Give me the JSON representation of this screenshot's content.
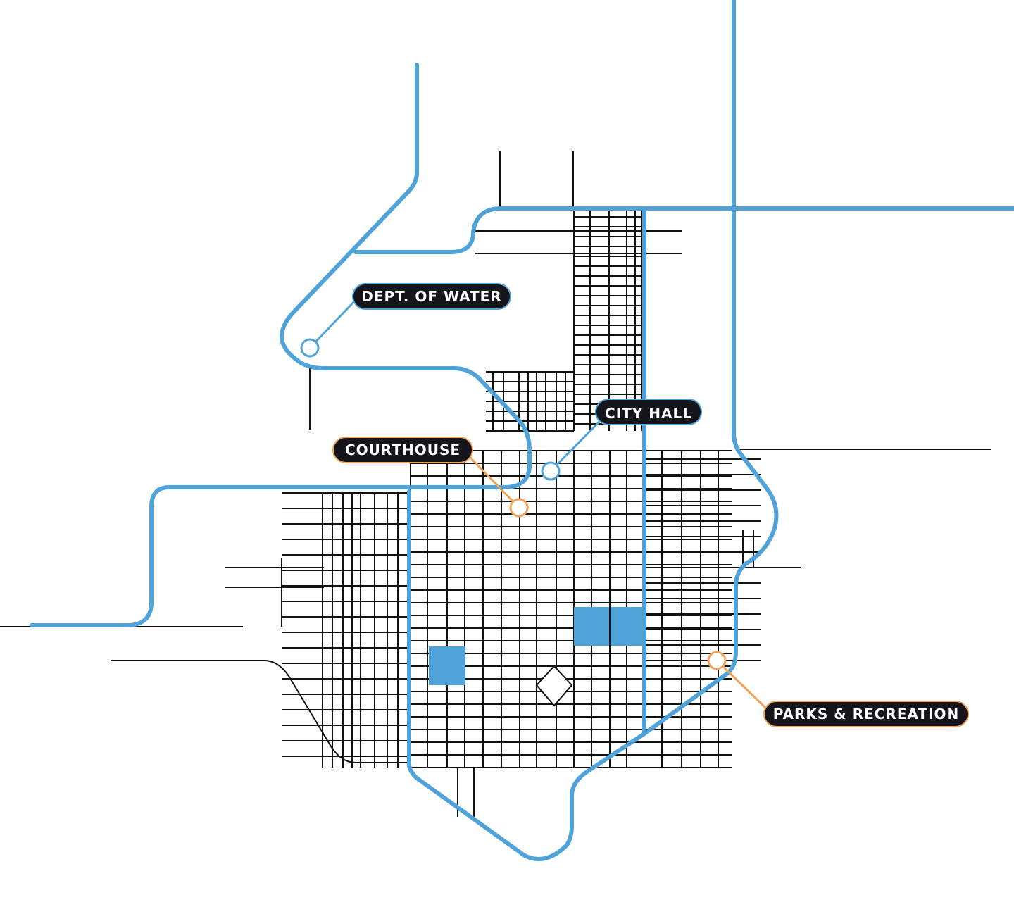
{
  "map": {
    "colors": {
      "highway": "#4fa3d9",
      "street": "#111111",
      "label_bg": "#16151c",
      "marker_blue": "#4fa3d9",
      "marker_orange": "#f0a25a",
      "highlight_block": "#4fa3d9"
    },
    "markers": [
      {
        "id": "dept-water",
        "label": "DEPT. OF WATER",
        "color": "blue"
      },
      {
        "id": "city-hall",
        "label": "CITY HALL",
        "color": "blue"
      },
      {
        "id": "courthouse",
        "label": "COURTHOUSE",
        "color": "orange"
      },
      {
        "id": "parks-rec",
        "label": "PARKS & RECREATION",
        "color": "orange"
      }
    ]
  }
}
